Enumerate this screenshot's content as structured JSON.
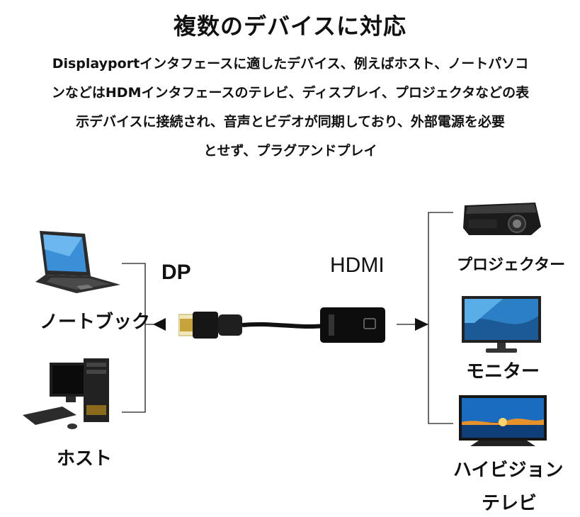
{
  "title": "複数のデバイスに対応",
  "description": [
    "Displayportインタフェースに適したデバイス、例えばホスト、ノートパソコ",
    "ンなどはHDMインタフェースのテレビ、ディスプレイ、プロジェクタなどの表",
    "示デバイスに接続され、音声とビデオが同期しており、外部電源を必要",
    "とせず、プラグアンドプレイ"
  ],
  "left_devices": {
    "laptop": "ノートブック",
    "host": "ホスト"
  },
  "connector": {
    "dp": "DP",
    "hdmi": "HDMI"
  },
  "right_devices": {
    "projector": "プロジェクター",
    "monitor": "モニター",
    "tv_line1": "ハイビジョン",
    "tv_line2": "テレビ"
  }
}
